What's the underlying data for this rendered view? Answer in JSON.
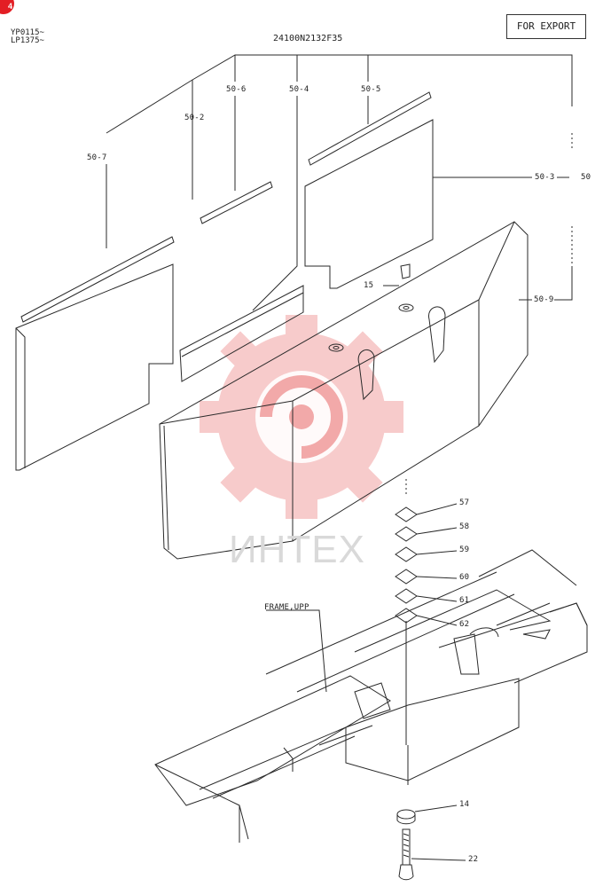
{
  "header": {
    "badge": "4",
    "model_line_1": "YP0115~",
    "model_line_2": "LP1375~",
    "part_code": "24100N2132F35",
    "export_label": "FOR EXPORT"
  },
  "watermark": {
    "text": "ИНТЕХ",
    "color": "#f4b6b6"
  },
  "callouts": {
    "c50_7": "50-7",
    "c50_2": "50-2",
    "c50_6": "50-6",
    "c50_4": "50-4",
    "c50_5": "50-5",
    "c50_3": "50-3",
    "c50": "50",
    "c50_9": "50-9",
    "c15": "15",
    "c57": "57",
    "c58": "58",
    "c59": "59",
    "c60": "60",
    "c61": "61",
    "c62": "62",
    "frame": "FRAME,UPP",
    "c14": "14",
    "c22": "22"
  }
}
